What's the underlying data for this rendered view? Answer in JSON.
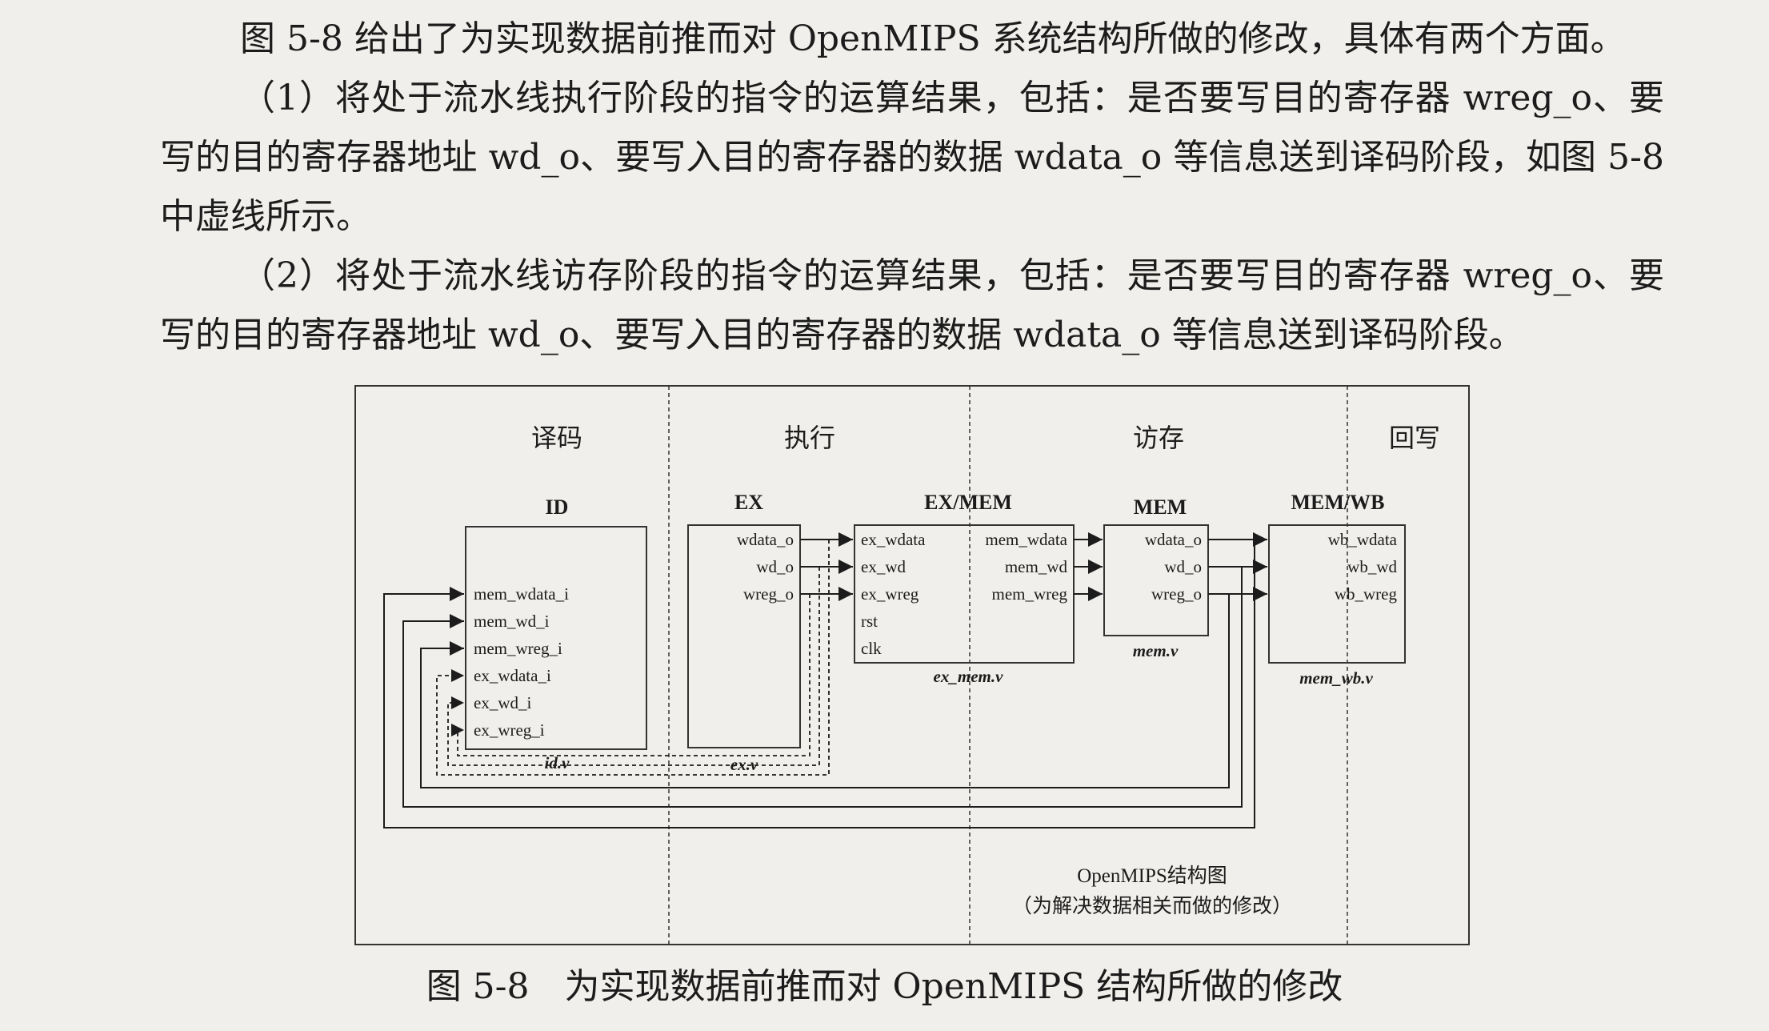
{
  "paragraphs": [
    "图 5-8 给出了为实现数据前推而对 OpenMIPS 系统结构所做的修改，具体有两个方面。",
    "（1）将处于流水线执行阶段的指令的运算结果，包括：是否要写目的寄存器 wreg_o、要写的目的寄存器地址 wd_o、要写入目的寄存器的数据 wdata_o 等信息送到译码阶段，如图 5-8 中虚线所示。",
    "（2）将处于流水线访存阶段的指令的运算结果，包括：是否要写目的寄存器 wreg_o、要写的目的寄存器地址 wd_o、要写入目的寄存器的数据 wdata_o 等信息送到译码阶段。"
  ],
  "diagram": {
    "stages": [
      "译码",
      "执行",
      "访存",
      "回写"
    ],
    "modules": {
      "id": {
        "title": "ID",
        "file": "id.v",
        "ports": [
          "mem_wdata_i",
          "mem_wd_i",
          "mem_wreg_i",
          "ex_wdata_i",
          "ex_wd_i",
          "ex_wreg_i"
        ]
      },
      "ex": {
        "title": "EX",
        "file": "ex.v",
        "ports": [
          "wdata_o",
          "wd_o",
          "wreg_o"
        ]
      },
      "ex_mem": {
        "title": "EX/MEM",
        "file": "ex_mem.v",
        "in_ports": [
          "ex_wdata",
          "ex_wd",
          "ex_wreg",
          "rst",
          "clk"
        ],
        "out_ports": [
          "mem_wdata",
          "mem_wd",
          "mem_wreg"
        ]
      },
      "mem": {
        "title": "MEM",
        "file": "mem.v",
        "ports": [
          "wdata_o",
          "wd_o",
          "wreg_o"
        ]
      },
      "mem_wb": {
        "title": "MEM/WB",
        "file": "mem_wb.v",
        "ports": [
          "wb_wdata",
          "wb_wd",
          "wb_wreg"
        ]
      }
    },
    "label_line1": "OpenMIPS结构图",
    "label_line2": "（为解决数据相关而做的修改）"
  },
  "caption": "图 5-8　为实现数据前推而对 OpenMIPS 结构所做的修改"
}
